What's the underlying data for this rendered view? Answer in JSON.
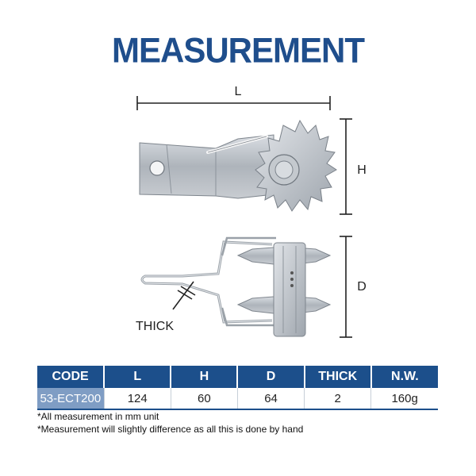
{
  "title": "MEASUREMENT",
  "dimension_labels": {
    "length": "L",
    "height": "H",
    "depth": "D",
    "thickness": "THICK"
  },
  "table": {
    "headers": [
      "CODE",
      "L",
      "H",
      "D",
      "THICK",
      "N.W."
    ],
    "rows": [
      [
        "53-ECT200",
        "124",
        "60",
        "64",
        "2",
        "160g"
      ]
    ]
  },
  "notes": [
    "*All measurement in mm unit",
    "*Measurement will slightly difference as all this is done by hand"
  ],
  "colors": {
    "title": "#1f4e8c",
    "header_bg": "#1c4f8b",
    "code_cell_bg": "#7f9dc4"
  }
}
